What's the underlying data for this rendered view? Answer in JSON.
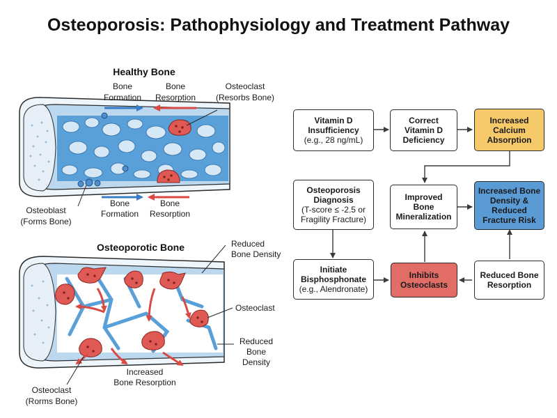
{
  "title": "Osteoporosis: Pathophysiology and Treatment Pathway",
  "colors": {
    "bone_blue": "#5aa0d8",
    "bone_light": "#d6e8f6",
    "osteoclast_red": "#e05a55",
    "formation_arrow": "#3a7cc6",
    "resorption_arrow": "#d94a44",
    "box_yellow": "#f6c969",
    "box_blue": "#5b9bd5",
    "box_red": "#e26d67"
  },
  "healthy": {
    "header": "Healthy Bone",
    "formation_top": [
      "Bone",
      "Formation"
    ],
    "resorption_top": [
      "Bone",
      "Resorption"
    ],
    "osteoclast_label": [
      "Osteoclast",
      "(Resorbs Bone)"
    ],
    "osteoblast_label": [
      "Osteoblast",
      "(Forms Bone)"
    ],
    "formation_bottom": [
      "Bone",
      "Formation"
    ],
    "resorption_bottom": [
      "Bone",
      "Resorption"
    ]
  },
  "osteoporotic": {
    "header": "Osteoporotic Bone",
    "reduced_density_top": [
      "Reduced",
      "Bone Density"
    ],
    "osteoclast_label": "Osteoclast",
    "reduced_density_side": [
      "Reduced",
      "Bone",
      "Density"
    ],
    "increased_resorption": [
      "Increased",
      "Bone Resorption"
    ],
    "osteoclast_bottom": [
      "Osteoclast",
      "(Rorms Bone)"
    ]
  },
  "flow": {
    "vitd": {
      "l1": "Vitamin D",
      "l2": "Insufficiency",
      "l3": "(e.g., 28 ng/mL)"
    },
    "correct": {
      "l1": "Correct",
      "l2": "Vitamin D",
      "l3": "Deficiency"
    },
    "calcium": {
      "l1": "Increased",
      "l2": "Calcium",
      "l3": "Absorption"
    },
    "diagnosis": {
      "l1": "Osteoporosis",
      "l2": "Diagnosis",
      "l3": "(T-score ≤ -2.5 or",
      "l4": "Fragility Fracture)"
    },
    "mineral": {
      "l1": "Improved",
      "l2": "Bone",
      "l3": "Mineralization"
    },
    "density": {
      "l1": "Increased Bone",
      "l2": "Density &",
      "l3": "Reduced",
      "l4": "Fracture Risk"
    },
    "bisphos": {
      "l1": "Initiate",
      "l2": "Bisphosphonate",
      "l3": "(e.g., Alendronate)"
    },
    "inhibits": {
      "l1": "Inhibits",
      "l2": "Osteoclasts"
    },
    "reduced": {
      "l1": "Reduced Bone",
      "l2": "Resorption"
    }
  }
}
